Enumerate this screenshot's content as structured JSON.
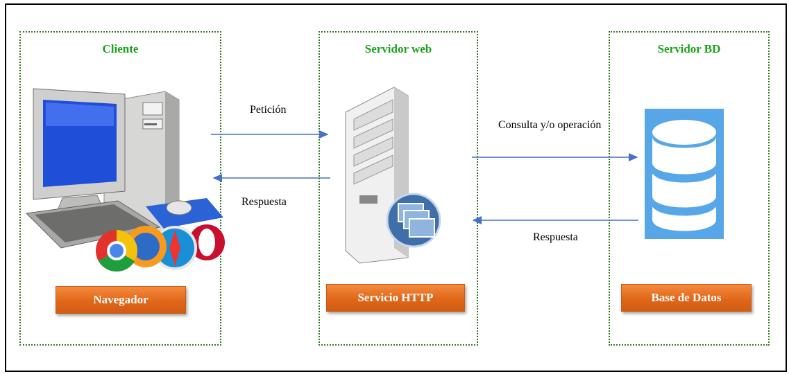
{
  "colors": {
    "panel_border": "#2f7a1a",
    "panel_title": "#1aa21a",
    "button": "#e36c1c",
    "arrow": "#4472c4",
    "database": "#56a6e8"
  },
  "panels": {
    "client": {
      "title": "Cliente",
      "button": "Navegador"
    },
    "webserver": {
      "title": "Servidor web",
      "button": "Servicio HTTP"
    },
    "dbserver": {
      "title": "Servidor BD",
      "button": "Base de Datos"
    }
  },
  "arrows": {
    "peticion": "Petición",
    "respuesta_cliente": "Respuesta",
    "consulta": "Consulta y/o operación",
    "respuesta_bd": "Respuesta"
  },
  "icons": {
    "client": "desktop-computer-with-browser-icons",
    "browsers": [
      "chrome",
      "firefox",
      "safari",
      "opera"
    ],
    "server": "server-tower-icon",
    "database": "database-icon"
  }
}
